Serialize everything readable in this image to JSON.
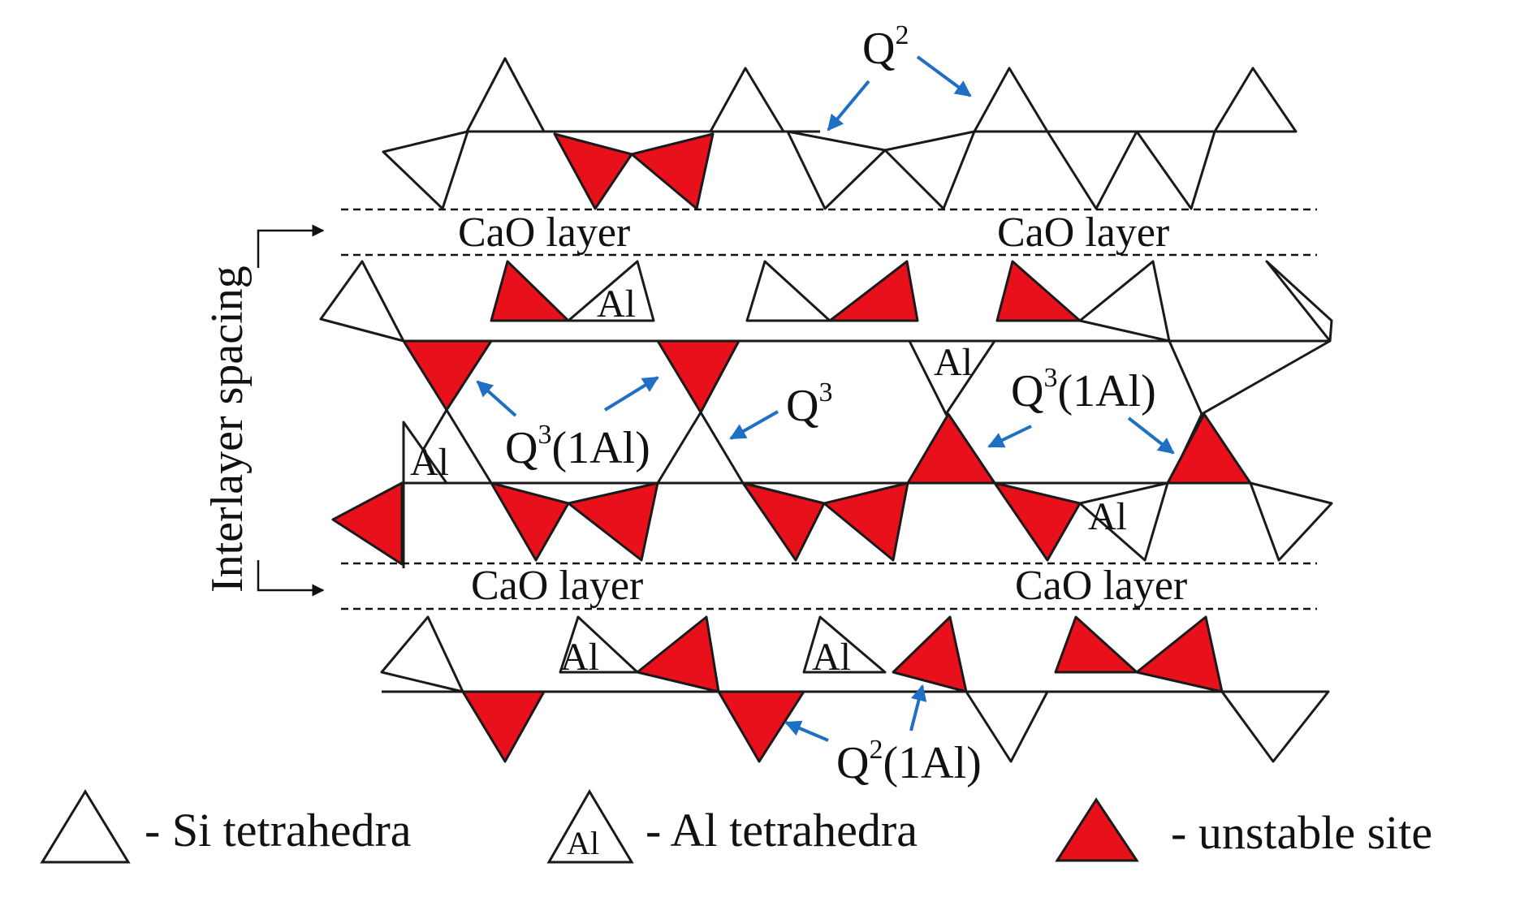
{
  "colors": {
    "unstable": "#e8101a",
    "stroke": "#1a1a1a",
    "arrow": "#1f6fc4",
    "background": "#ffffff"
  },
  "labels": {
    "side": "Interlayer spacing",
    "cao_layer": "CaO layer",
    "al": "Al",
    "q2": "Q",
    "q2_sup": "2",
    "q3": "Q",
    "q3_sup": "3",
    "q3_1al_base": "Q",
    "q3_1al_sup": "3",
    "q3_1al_rest": "(1Al)",
    "q2_1al_base": "Q",
    "q2_1al_sup": "2",
    "q2_1al_rest": "(1Al)"
  },
  "legend": {
    "si": "- Si tetrahedra",
    "al_symbol": "Al",
    "al": "- Al tetrahedra",
    "unstable": "- unstable site"
  }
}
